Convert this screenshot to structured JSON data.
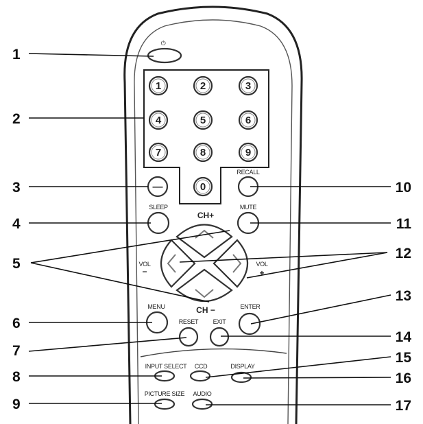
{
  "power": {
    "icon": "power-icon",
    "glyph": "⏻"
  },
  "digits": [
    "1",
    "2",
    "3",
    "4",
    "5",
    "6",
    "7",
    "8",
    "9",
    "0"
  ],
  "buttons": {
    "dash": "—",
    "recall": "RECALL",
    "sleep": "SLEEP",
    "mute": "MUTE",
    "ch_plus": "CH+",
    "ch_minus": "CH −",
    "vol": "VOL",
    "minus": "−",
    "plus": "+",
    "menu": "MENU",
    "enter": "ENTER",
    "reset": "RESET",
    "exit": "EXIT",
    "input_select": "INPUT SELECT",
    "ccd": "CCD",
    "display": "DISPLAY",
    "picture_size": "PICTURE SIZE",
    "audio": "AUDIO"
  },
  "callouts": [
    "1",
    "2",
    "3",
    "4",
    "5",
    "6",
    "7",
    "8",
    "9",
    "10",
    "11",
    "12",
    "13",
    "14",
    "15",
    "16",
    "17"
  ]
}
